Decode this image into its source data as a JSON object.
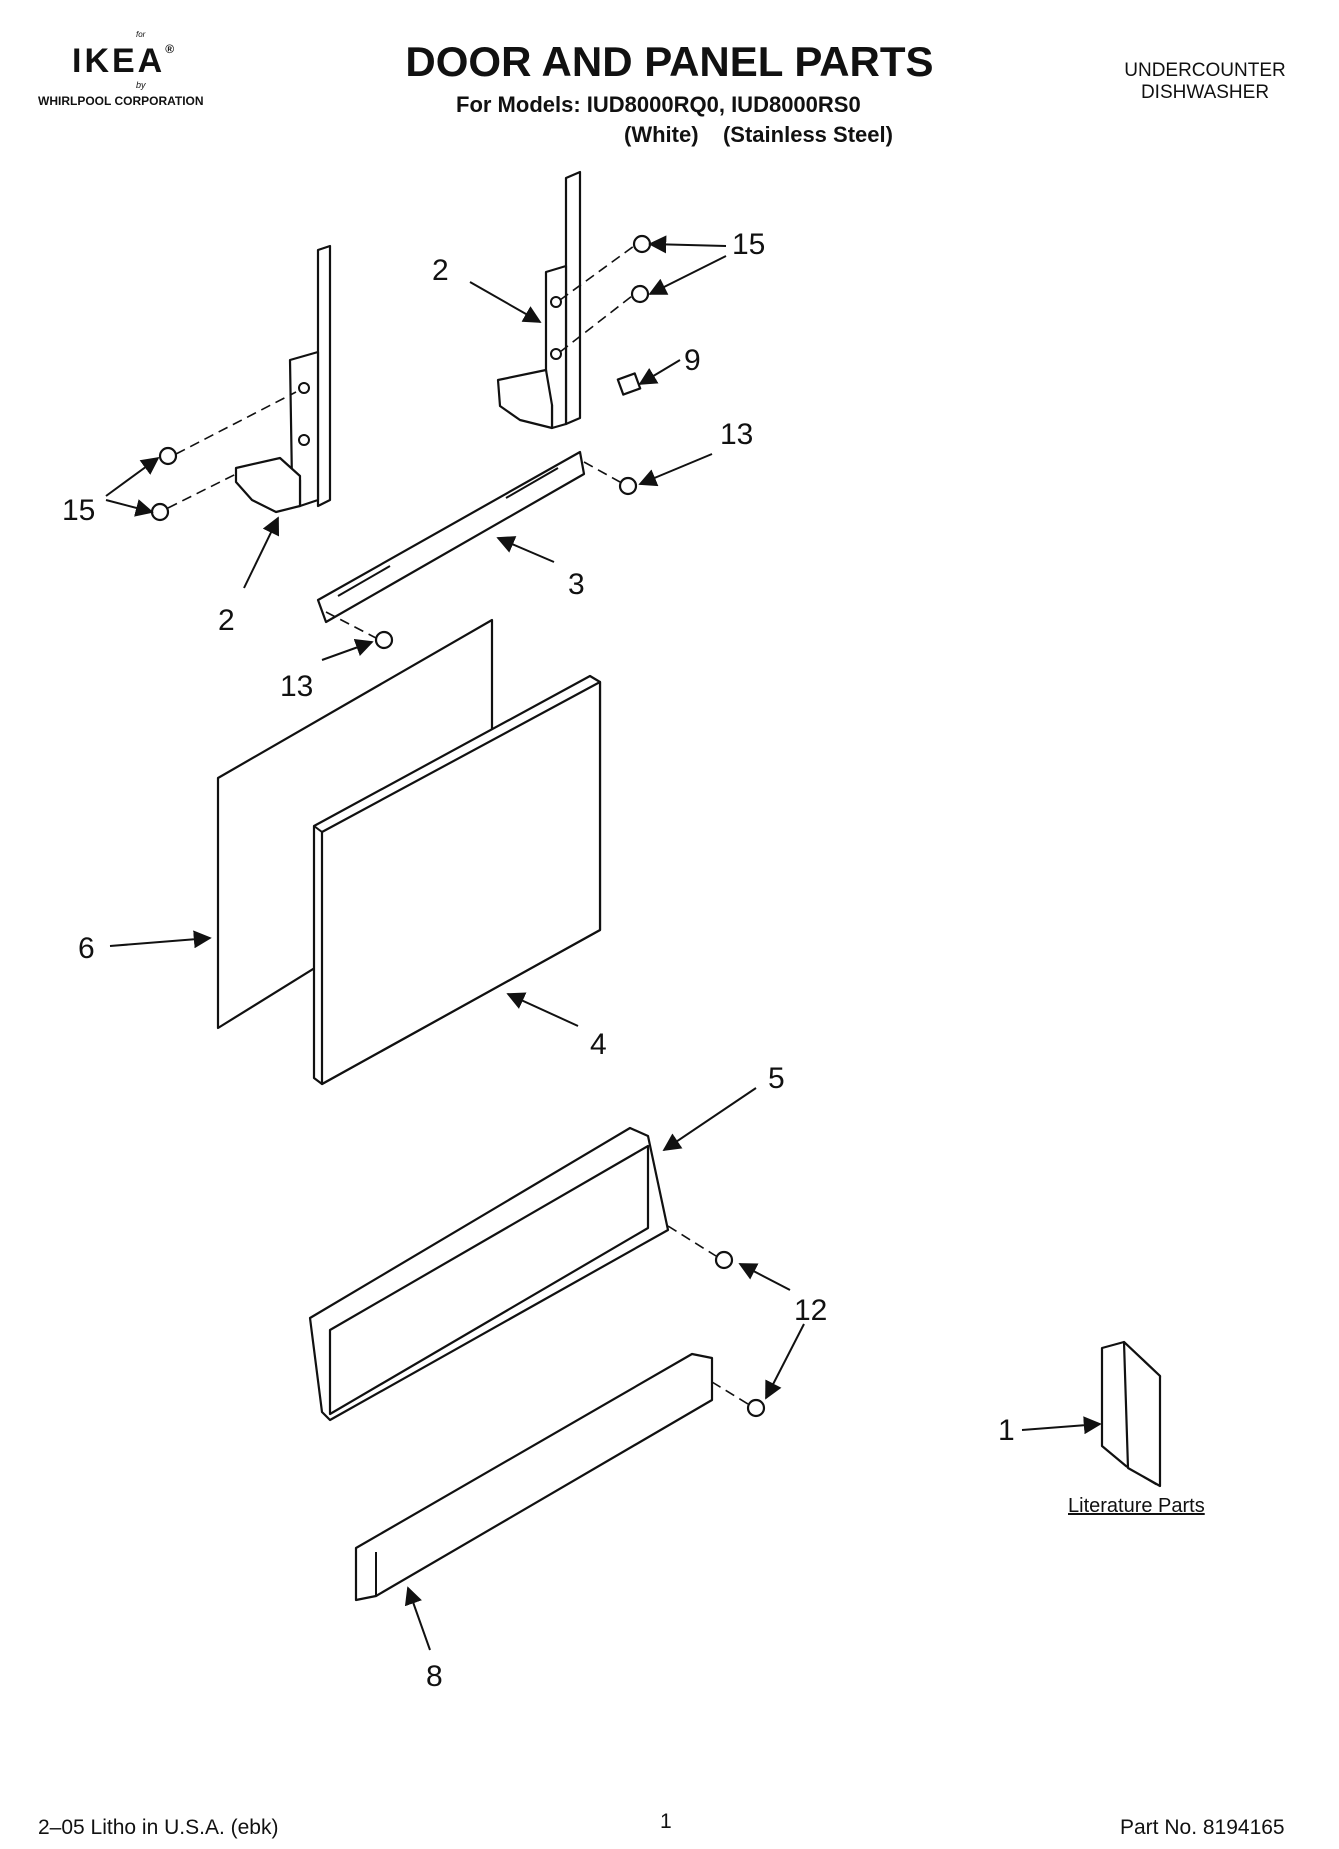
{
  "header": {
    "logo_for": "for",
    "logo_brand": "IKEA",
    "logo_reg": "®",
    "logo_by": "by",
    "logo_corp": "WHIRLPOOL CORPORATION",
    "title": "DOOR AND PANEL PARTS",
    "models": "For Models: IUD8000RQ0, IUD8000RS0",
    "variants": "(White)    (Stainless Steel)",
    "product_line1": "UNDERCOUNTER",
    "product_line2": "DISHWASHER"
  },
  "callouts": {
    "c2_left": "2",
    "c2_top": "2",
    "c3": "3",
    "c4": "4",
    "c5": "5",
    "c6": "6",
    "c8": "8",
    "c9": "9",
    "c12": "12",
    "c13_right": "13",
    "c13_left": "13",
    "c15_left": "15",
    "c15_right": "15",
    "c1": "1"
  },
  "literature_label": "Literature Parts",
  "footer": {
    "left": "2–05 Litho in U.S.A. (ebk)",
    "page": "1",
    "part_no": "Part No. 8194165"
  }
}
